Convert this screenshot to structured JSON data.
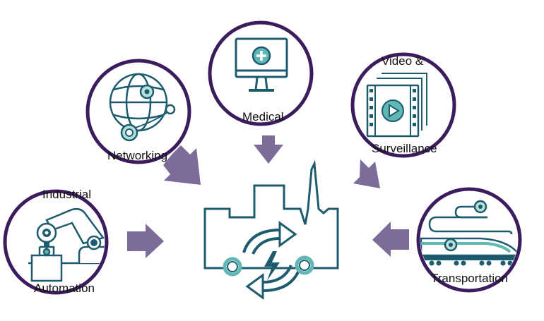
{
  "colors": {
    "circle_border": "#3b1d5e",
    "icon_stroke": "#1d5b6e",
    "icon_accent": "#5fb8b4",
    "accent_light": "#b7e0dd",
    "arrow": "#7d6b99",
    "text": "#111111"
  },
  "nodes": {
    "medical": {
      "label": "Medical",
      "icon": "monitor-medical-cross-icon"
    },
    "networking": {
      "label": "Networking",
      "icon": "globe-network-icon"
    },
    "video": {
      "label_top": "Video &",
      "label_bottom": "Surveillance",
      "icon": "video-film-play-icon"
    },
    "industrial": {
      "label_top": "Industrial",
      "label_bottom": "Automation",
      "icon": "robot-arm-icon"
    },
    "transportation": {
      "label": "Transportation",
      "icon": "bullet-train-icon"
    }
  },
  "center": {
    "icon": "factory-power-cycle-icon"
  }
}
